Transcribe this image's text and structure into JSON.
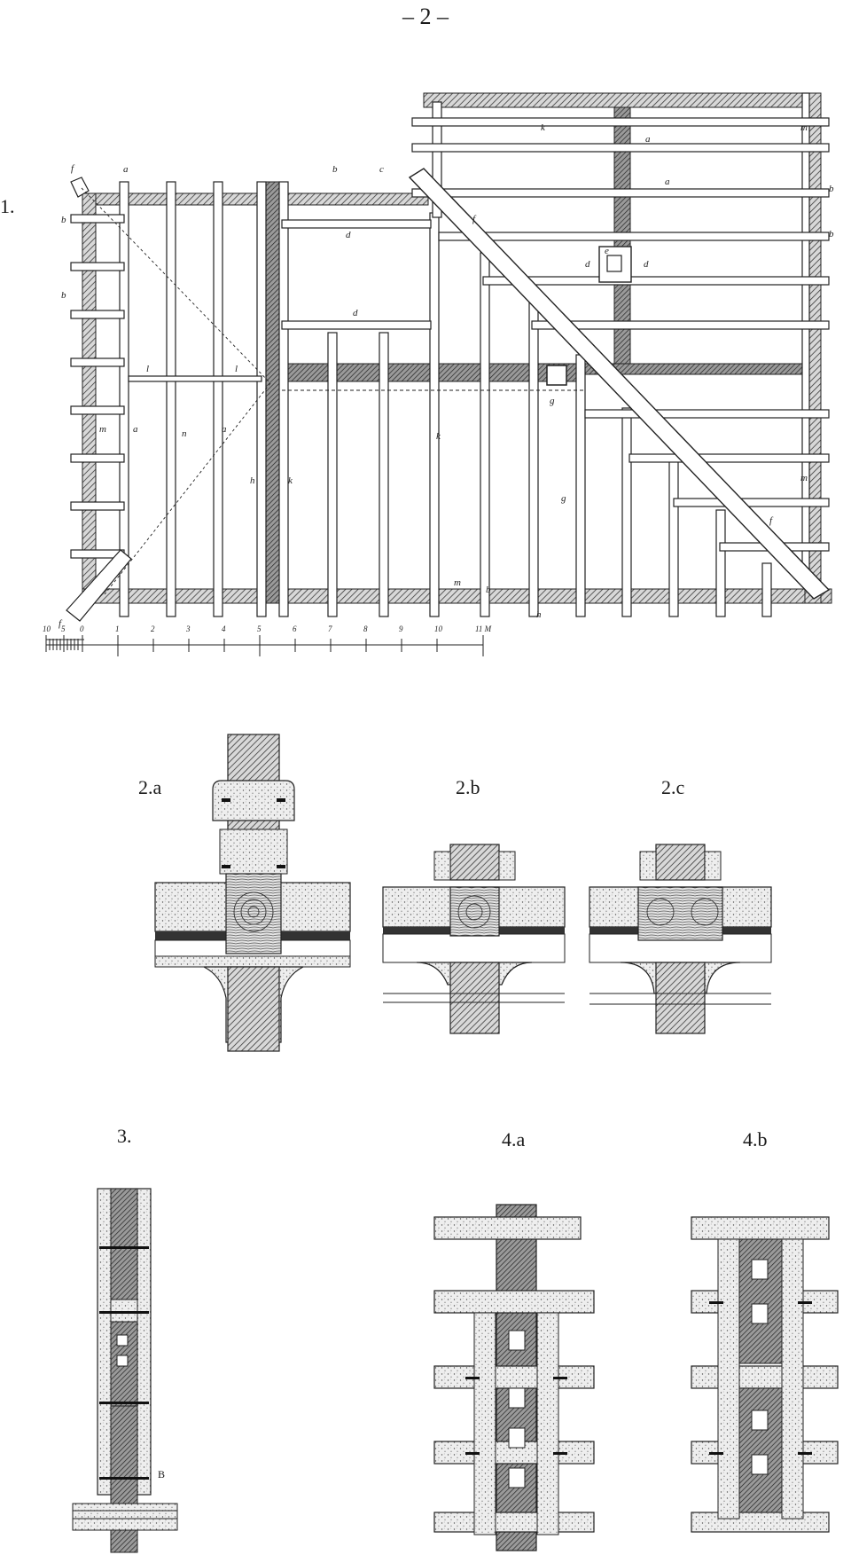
{
  "page": {
    "number": "– 2 –"
  },
  "figures": {
    "fig1": {
      "label": "1."
    },
    "fig2a": {
      "label": "2.a"
    },
    "fig2b": {
      "label": "2.b"
    },
    "fig2c": {
      "label": "2.c"
    },
    "fig3": {
      "label": "3.",
      "marker": "B"
    },
    "fig4a": {
      "label": "4.a"
    },
    "fig4b": {
      "label": "4.b"
    }
  },
  "scale_bar": {
    "ticks": [
      "10",
      "5",
      "0",
      "1",
      "2",
      "3",
      "4",
      "5",
      "6",
      "7",
      "8",
      "9",
      "10",
      "11 M"
    ]
  },
  "plan_letters": [
    "a",
    "b",
    "c",
    "d",
    "e",
    "f",
    "g",
    "h",
    "k",
    "l",
    "m"
  ]
}
